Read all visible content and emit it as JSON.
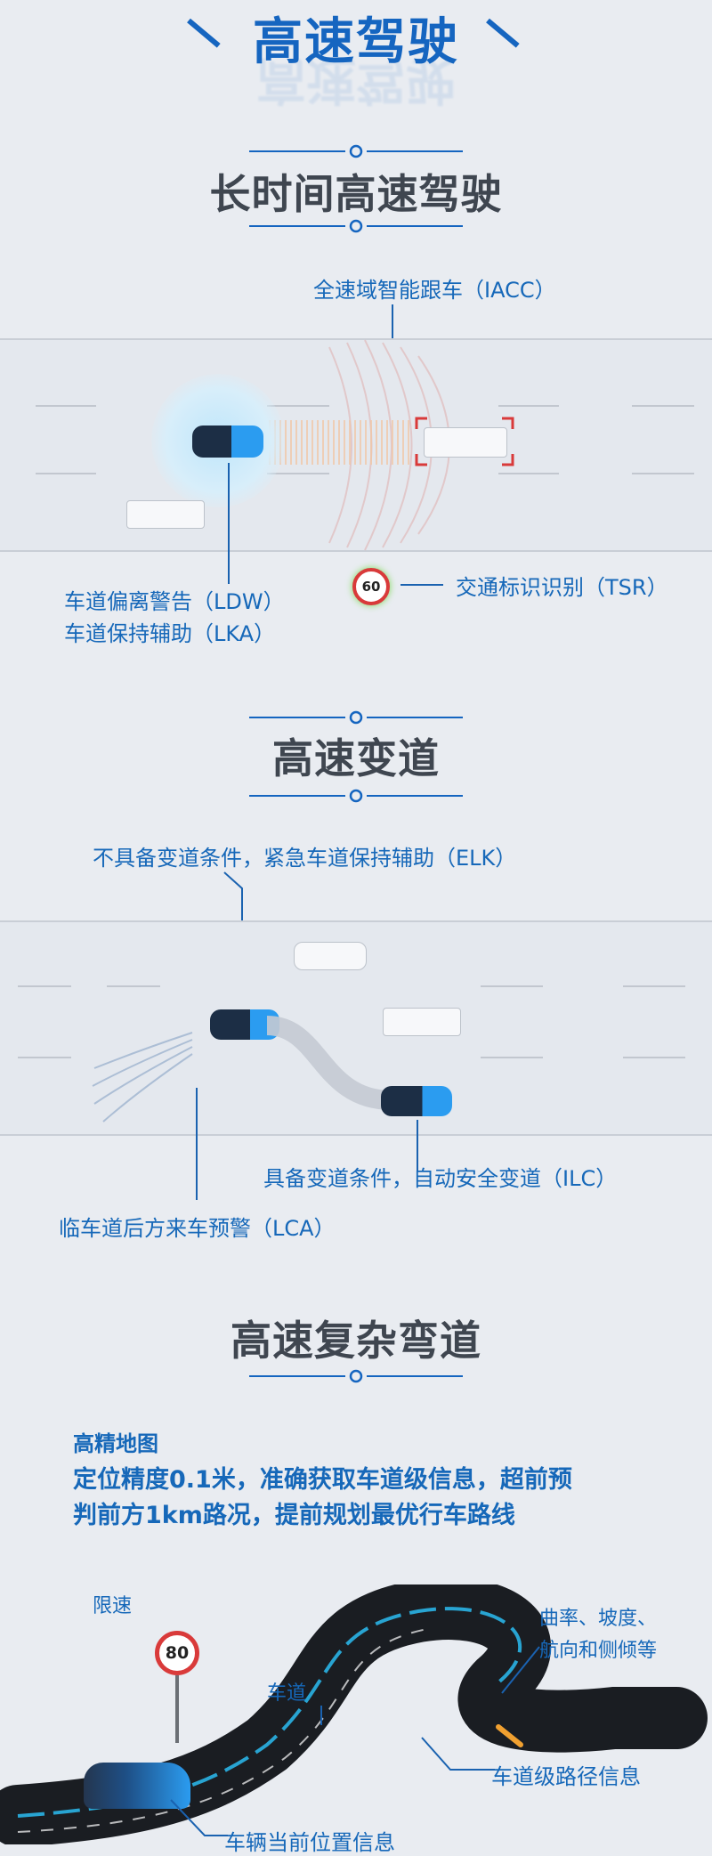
{
  "header": {
    "title": "高速驾驶"
  },
  "sections": [
    {
      "title": "长时间高速驾驶"
    },
    {
      "title": "高速变道"
    },
    {
      "title": "高速复杂弯道"
    }
  ],
  "highway": {
    "iacc_label": "全速域智能跟车（IACC）",
    "ldw_label": "车道偏离警告（LDW）",
    "lka_label": "车道保持辅助（LKA）",
    "tsr_label": "交通标识识别（TSR）",
    "speed_sign": "60"
  },
  "lane_change": {
    "elk_label": "不具备变道条件，紧急车道保持辅助（ELK）",
    "ilc_label": "具备变道条件，自动安全变道（ILC）",
    "lca_label": "临车道后方来车预警（LCA）"
  },
  "curve": {
    "hd_map_title": "高精地图",
    "hd_map_line1": "定位精度0.1米，准确获取车道级信息，超前预",
    "hd_map_line2": "判前方1km路况，提前规划最优行车路线",
    "speed_limit_label": "限速",
    "speed_limit_value": "80",
    "lane_label": "车道",
    "curvature_line1": "曲率、坡度、",
    "curvature_line2": "航向和侧倾等",
    "lane_path_label": "车道级路径信息",
    "vehicle_position_label": "车辆当前位置信息"
  },
  "colors": {
    "accent": "#1565c0",
    "label": "#1668b9",
    "title_gray": "#3f4650",
    "background": "#e9ecf1"
  }
}
